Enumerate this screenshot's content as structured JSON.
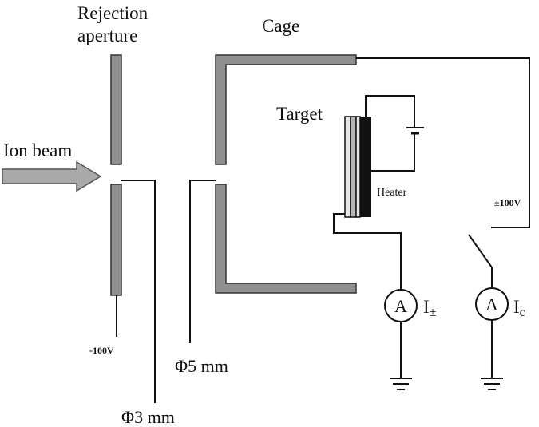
{
  "labels": {
    "rejection_line1": "Rejection",
    "rejection_line2": "aperture",
    "cage": "Cage",
    "target": "Target",
    "ion_beam": "Ion beam",
    "heater": "Heater",
    "voltage_switch": "±100V",
    "voltage_rejection": "-100V",
    "phi5": "Φ5 mm",
    "phi3": "Φ3 mm",
    "meter_symbol": "A",
    "current_target_base": "I",
    "current_target_sub": "±",
    "current_cage_base": "I",
    "current_cage_sub": "c"
  },
  "colors": {
    "plate_fill": "#8f8f8f",
    "plate_stroke": "#333333",
    "wire": "#111111",
    "arrow_fill": "#a9a9a9",
    "heater_fill": "#111111",
    "target_layer_light": "#e6e6e6",
    "target_layer_mid": "#b5b5b5"
  }
}
